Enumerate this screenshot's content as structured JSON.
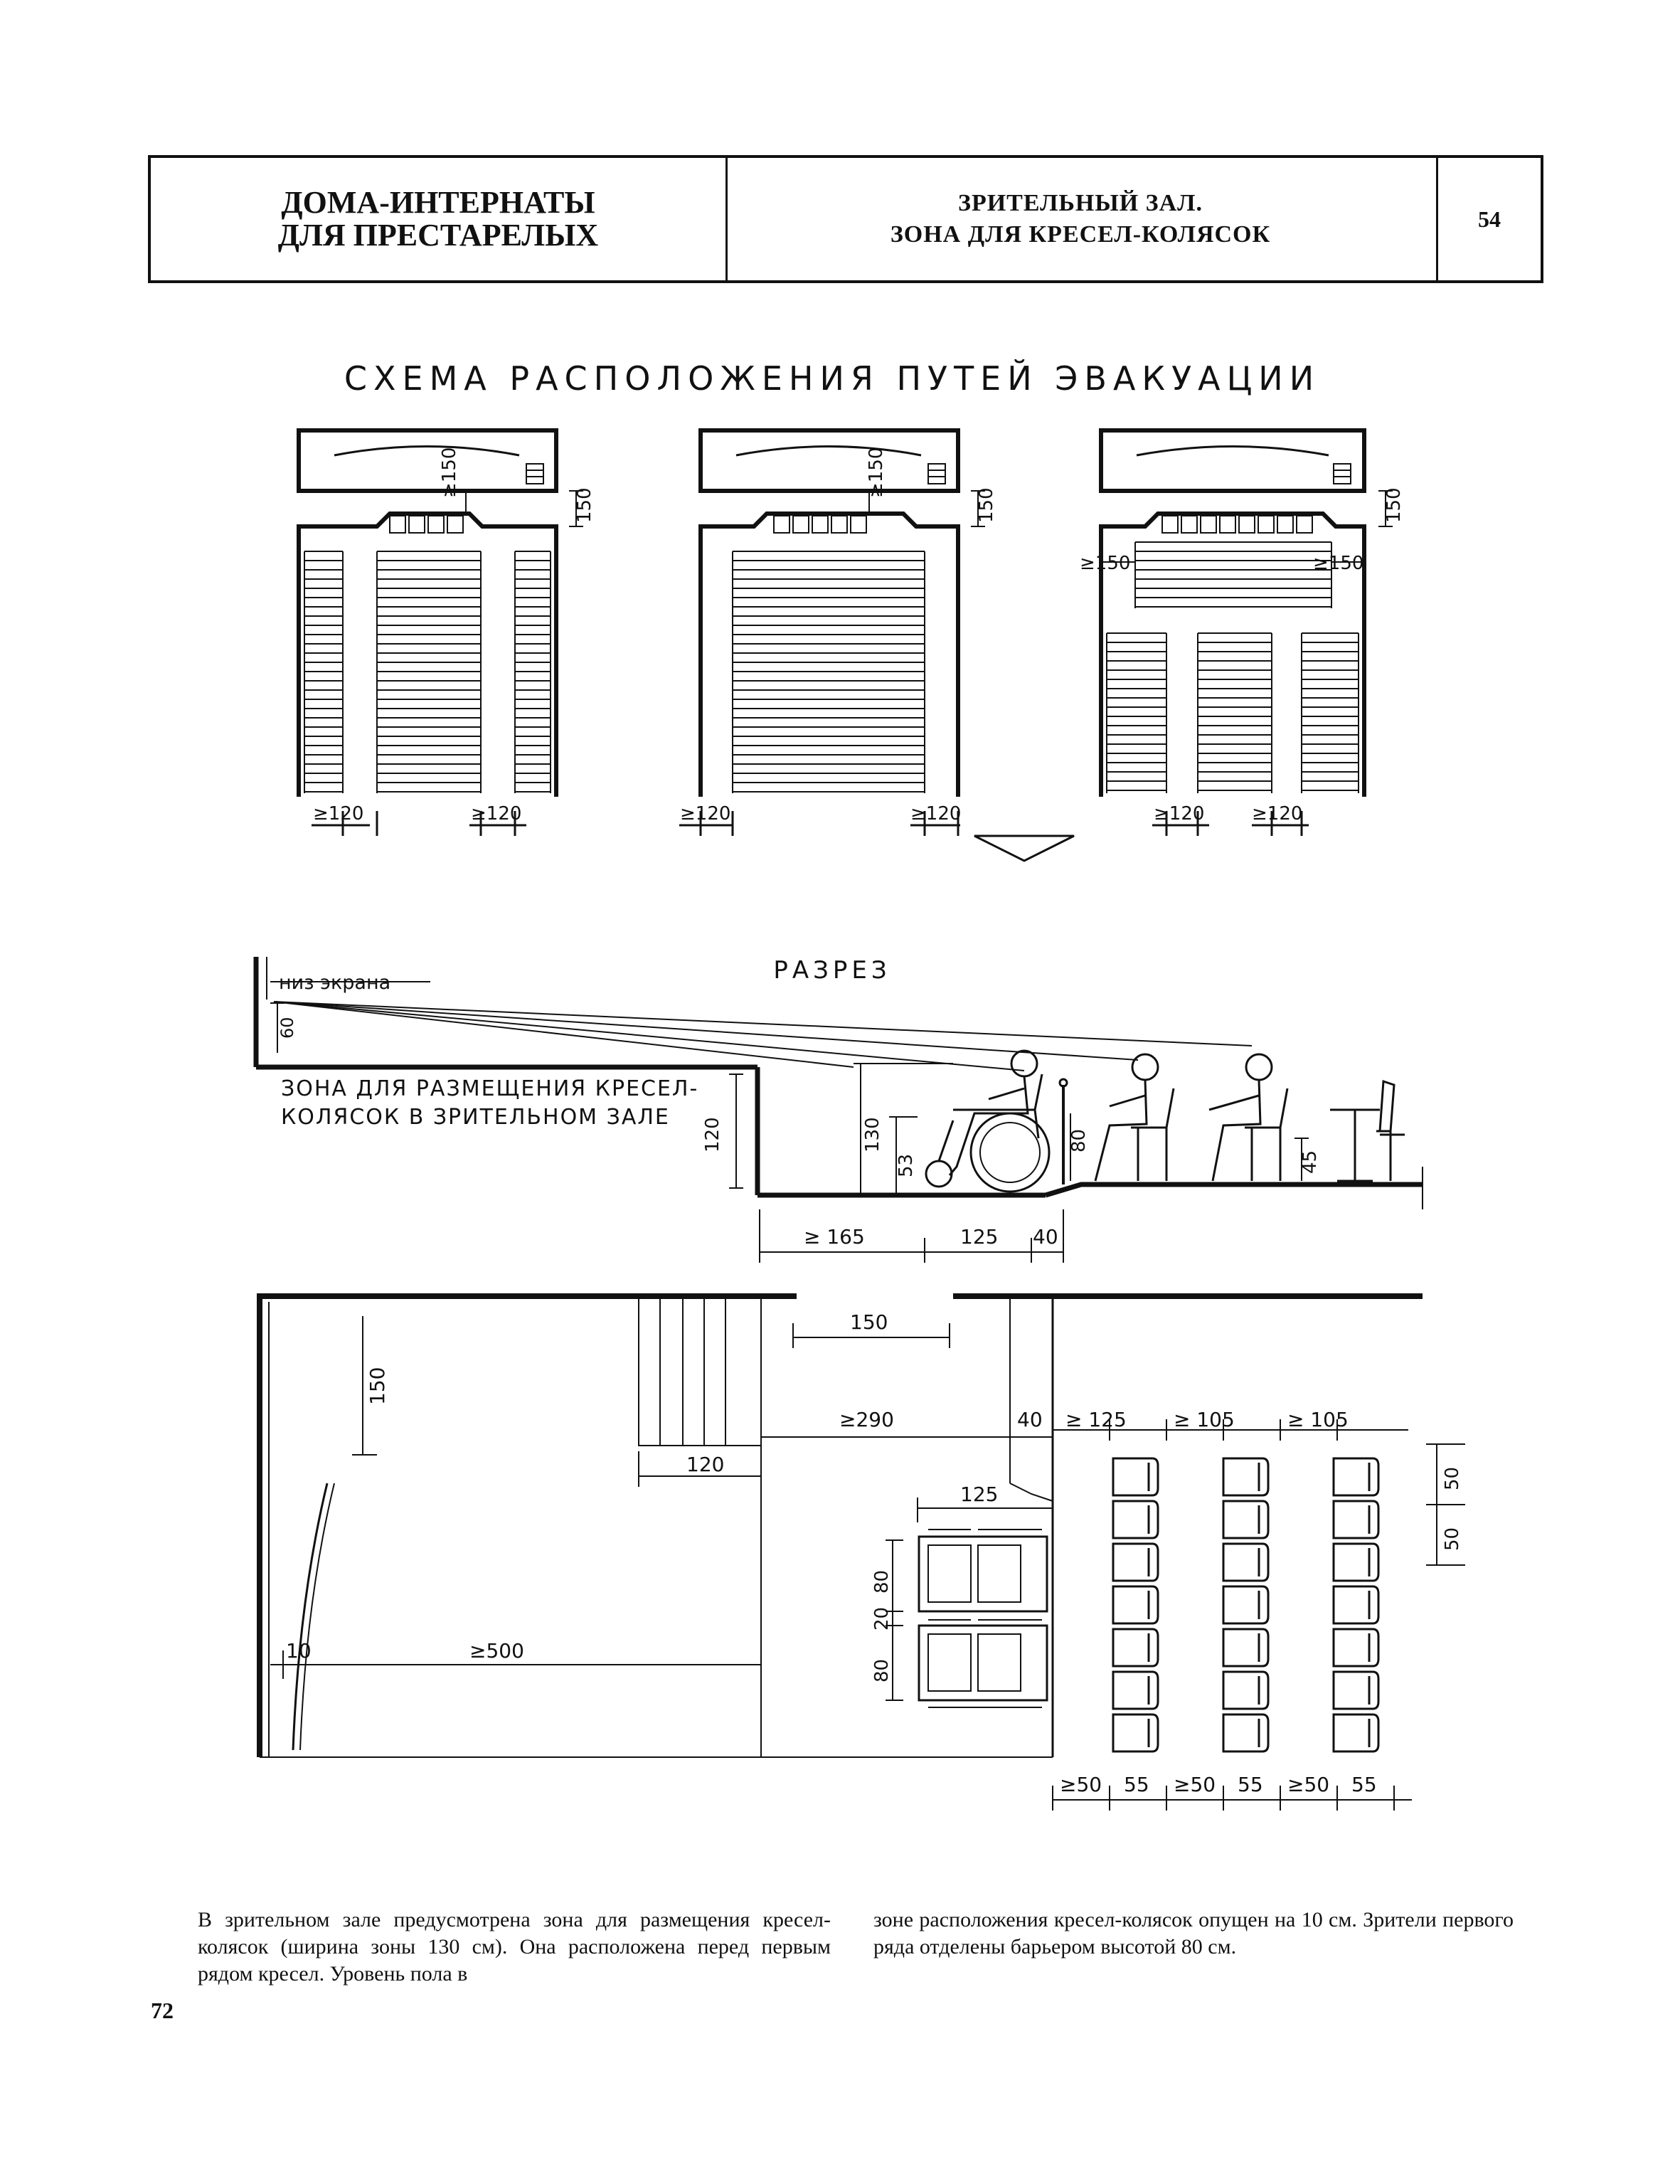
{
  "header": {
    "left_line1": "ДОМА-ИНТЕРНАТЫ",
    "left_line2": "ДЛЯ ПРЕСТАРЕЛЫХ",
    "mid_line1": "ЗРИТЕЛЬНЫЙ ЗАЛ.",
    "mid_line2": "ЗОНА ДЛЯ КРЕСЕЛ-КОЛЯСОК",
    "sheet_number": "54"
  },
  "evacuation_scheme": {
    "title": "СХЕМА РАСПОЛОЖЕНИЯ ПУТЕЙ ЭВАКУАЦИИ",
    "plan1": {
      "dim_top": "≥150",
      "dim_side": "150",
      "dim_left": "≥120",
      "dim_right": "≥120"
    },
    "plan2": {
      "dim_top": "≥150",
      "dim_side": "150",
      "dim_left": "≥120",
      "dim_right": "≥120"
    },
    "plan3": {
      "dim_side": "150",
      "dim_cross_left": "≥150",
      "dim_cross_right": "≥150",
      "dim_left": "≥120",
      "dim_right": "≥120"
    }
  },
  "section": {
    "title": "РАЗРЕЗ",
    "screen_label": "низ экрана",
    "zone_label_line1": "ЗОНА ДЛЯ РАЗМЕЩЕНИЯ КРЕСЕЛ-",
    "zone_label_line2": "КОЛЯСОК В ЗРИТЕЛЬНОМ ЗАЛЕ",
    "dims": [
      "60",
      "120",
      "130",
      "53",
      "80",
      "45",
      "≥ 165",
      "125",
      "40"
    ]
  },
  "plan": {
    "dims": [
      "150",
      "150",
      "120",
      "≥290",
      "40",
      "≥ 125",
      "≥ 105",
      "≥ 105",
      "125",
      "80",
      "20",
      "80",
      "50",
      "50",
      "10",
      "≥500",
      "≥50",
      "55",
      "≥50",
      "55",
      "≥50",
      "55"
    ]
  },
  "text": {
    "col1": "В зрительном зале предусмотрена зона для размещения кресел-колясок (ширина зоны 130 см). Она расположена перед первым рядом кресел. Уровень пола в",
    "col2": "зоне расположения кресел-колясок опущен на 10 см. Зрители первого ряда отделены барьером высотой 80 см."
  },
  "page_number": "72"
}
